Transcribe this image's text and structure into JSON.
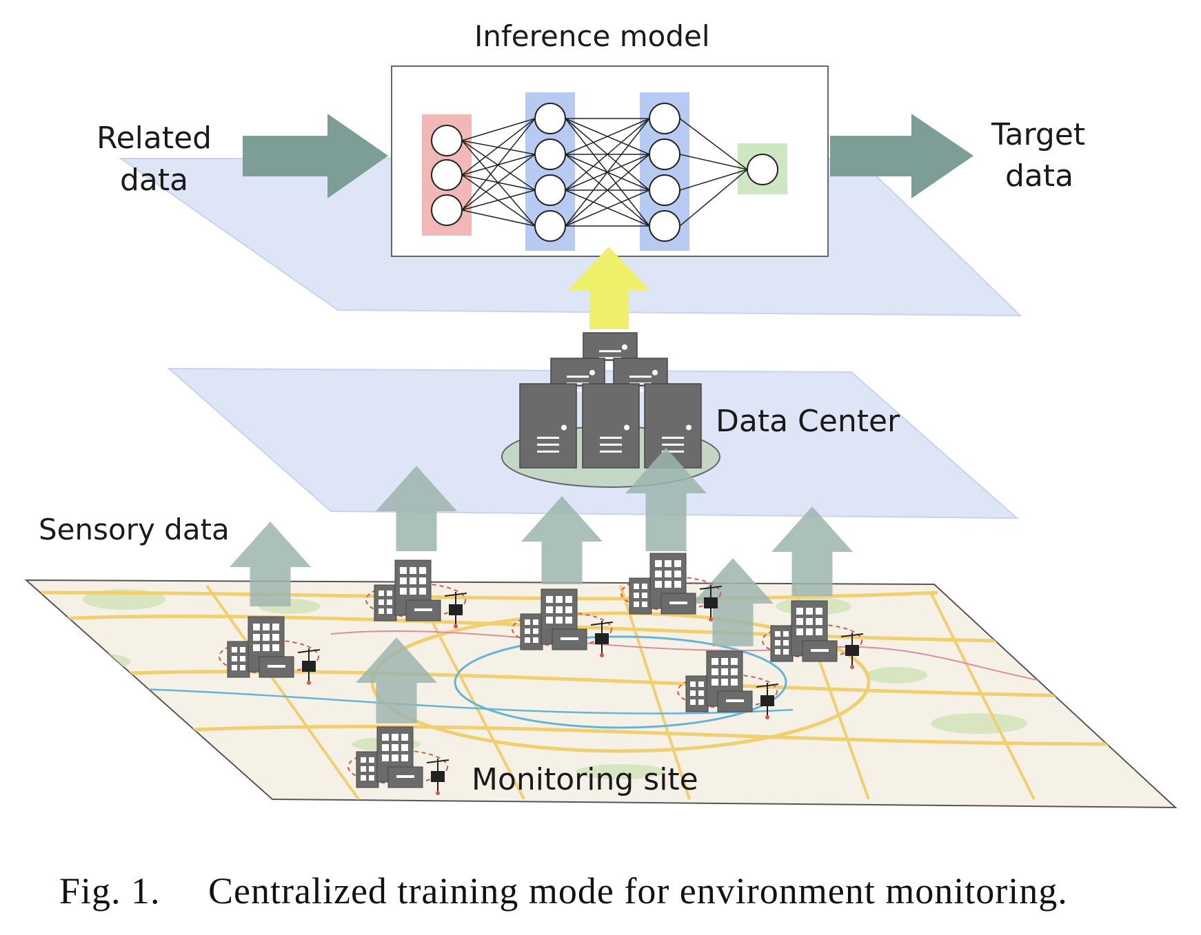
{
  "figure": {
    "model_title": "Inference model",
    "related_data_line1": "Related",
    "related_data_line2": "data",
    "target_data_line1": "Target",
    "target_data_line2": "data",
    "data_center_label": "Data Center",
    "sensory_data_label": "Sensory data",
    "monitoring_site_label": "Monitoring site",
    "caption": "Fig. 1.  Centralized training mode for environment monitoring."
  },
  "network": {
    "layers": [
      3,
      4,
      4,
      1
    ],
    "layer_colors": [
      "#f2b8b8",
      "#b7caf2",
      "#b7caf2",
      "#cfe6c2"
    ]
  },
  "colors": {
    "plane_fill": "#dde5f6",
    "plane_stroke": "#c8d3ec",
    "data_arrow": "#7d9e96",
    "up_arrow_yellow": "#eef06a",
    "sensory_arrow": "#9db5ae",
    "server_gray": "#6b6b6b",
    "map_base": "#f5f1e6",
    "map_road_yellow": "#f1cf6e",
    "map_road_blue": "#64b3d8",
    "map_green": "#cfe3b8"
  },
  "icons": {
    "arrow": "block-arrow",
    "server": "server-tower-icon",
    "building": "office-building-icon",
    "sensor": "weather-station-icon",
    "map": "city-map"
  }
}
